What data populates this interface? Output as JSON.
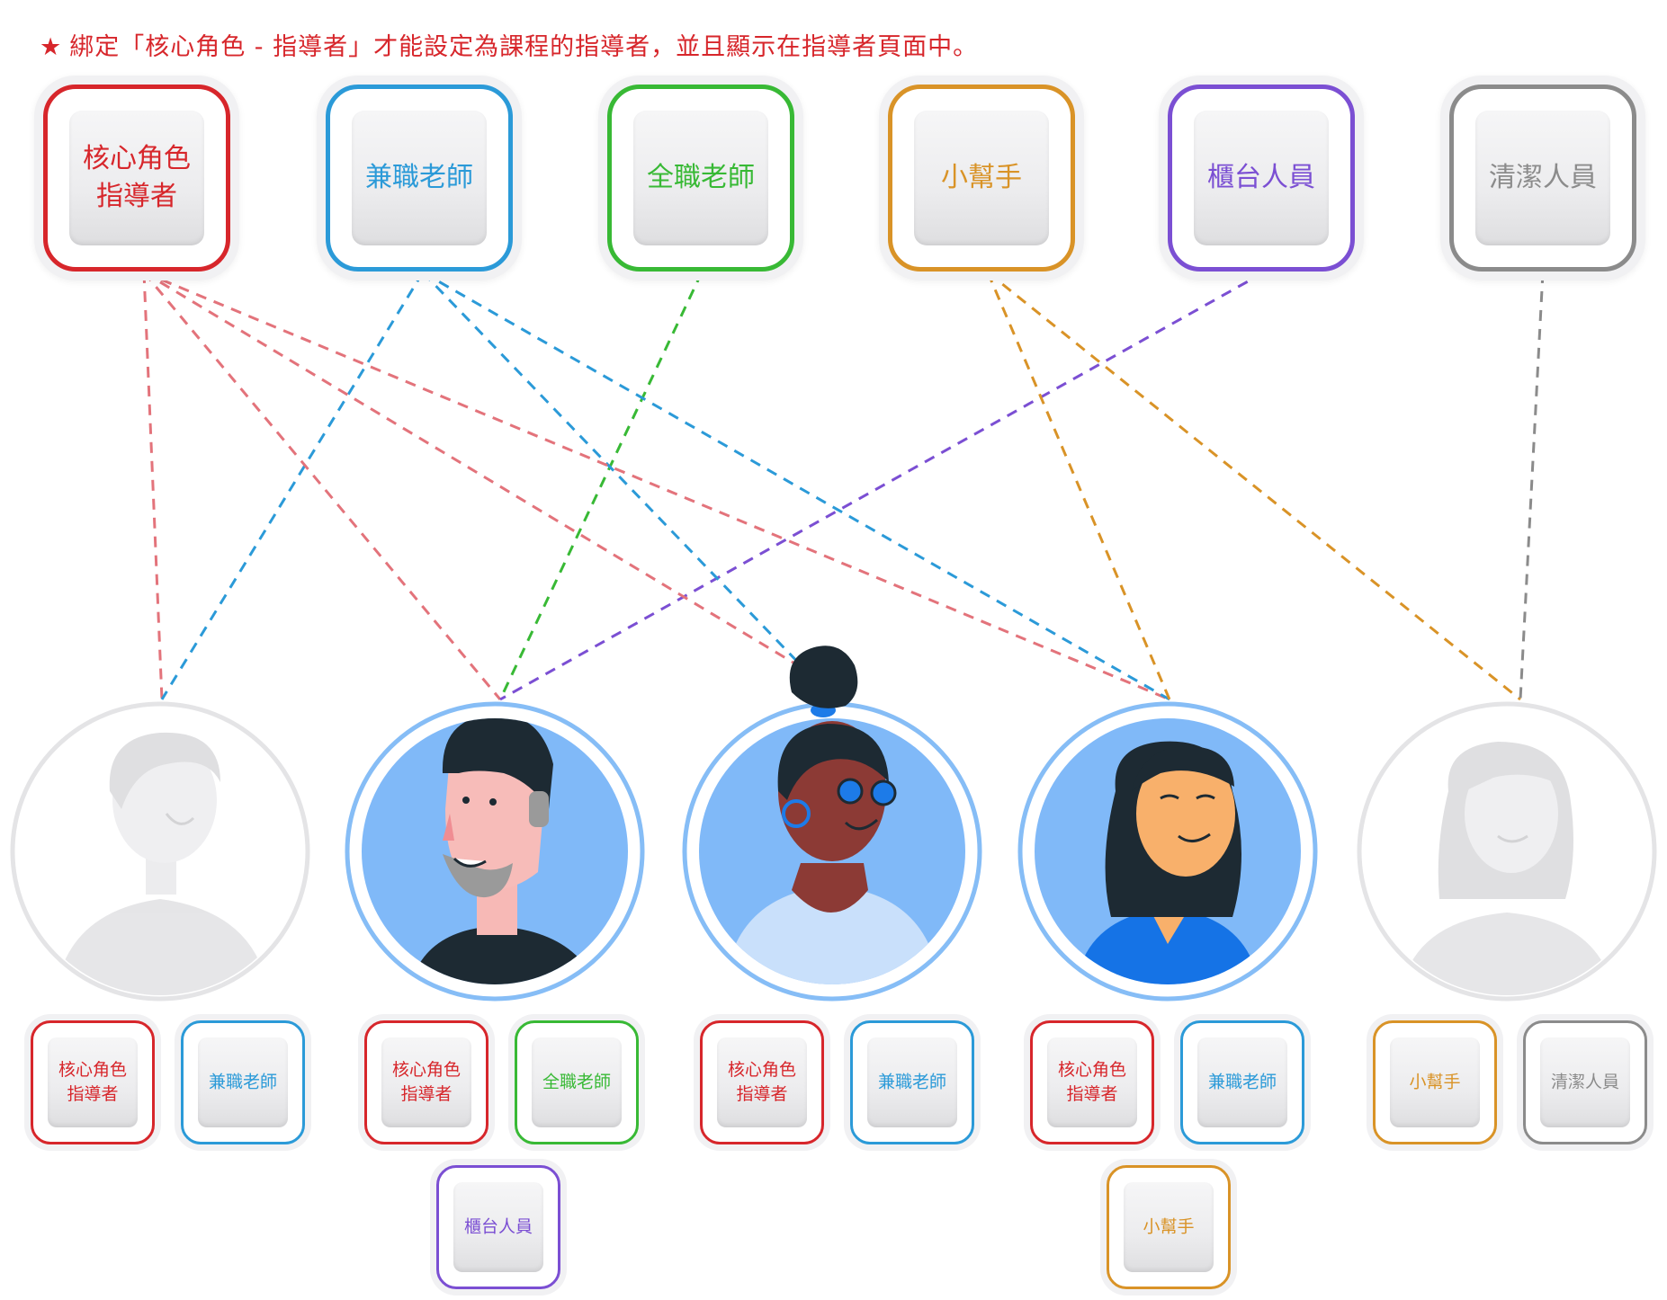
{
  "note": {
    "star": "★",
    "text": "綁定「核心角色 - 指導者」才能設定為課程的指導者，並且顯示在指導者頁面中。"
  },
  "roles": [
    {
      "id": "core",
      "lines": [
        "核心角色",
        "指導者"
      ],
      "color": "#d7262b"
    },
    {
      "id": "parttime",
      "lines": [
        "兼職老師"
      ],
      "color": "#2b9ad8"
    },
    {
      "id": "fulltime",
      "lines": [
        "全職老師"
      ],
      "color": "#38b935"
    },
    {
      "id": "helper",
      "lines": [
        "小幫手"
      ],
      "color": "#d99327"
    },
    {
      "id": "counter",
      "lines": [
        "櫃台人員"
      ],
      "color": "#7b4fd3"
    },
    {
      "id": "cleaner",
      "lines": [
        "清潔人員"
      ],
      "color": "#8b8b8b"
    }
  ],
  "people": [
    {
      "id": "person1",
      "active": false,
      "roles": [
        "core",
        "parttime"
      ]
    },
    {
      "id": "person2",
      "active": true,
      "roles": [
        "core",
        "fulltime",
        "counter"
      ]
    },
    {
      "id": "person3",
      "active": true,
      "roles": [
        "core",
        "parttime"
      ]
    },
    {
      "id": "person4",
      "active": true,
      "roles": [
        "core",
        "parttime",
        "helper"
      ]
    },
    {
      "id": "person5",
      "active": false,
      "roles": [
        "helper",
        "cleaner"
      ]
    }
  ],
  "links": [
    {
      "person": "person1",
      "role": "core"
    },
    {
      "person": "person1",
      "role": "parttime"
    },
    {
      "person": "person2",
      "role": "core"
    },
    {
      "person": "person2",
      "role": "fulltime"
    },
    {
      "person": "person2",
      "role": "counter"
    },
    {
      "person": "person3",
      "role": "core"
    },
    {
      "person": "person3",
      "role": "parttime"
    },
    {
      "person": "person4",
      "role": "core"
    },
    {
      "person": "person4",
      "role": "parttime"
    },
    {
      "person": "person4",
      "role": "helper"
    },
    {
      "person": "person5",
      "role": "helper"
    },
    {
      "person": "person5",
      "role": "cleaner"
    }
  ],
  "colors": {
    "active_ring": "#86bdf6",
    "active_bg": "#80b9f8",
    "inactive_ring": "#e4e4e6",
    "link_core": "#e3737b"
  }
}
